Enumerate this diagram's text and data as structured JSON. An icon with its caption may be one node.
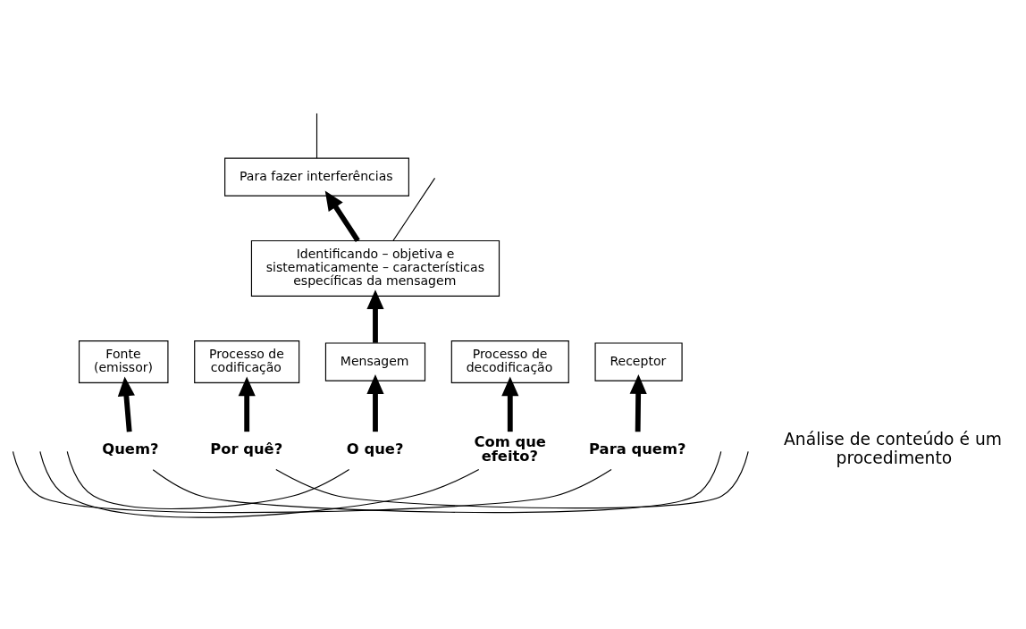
{
  "diagram": {
    "nodes": [
      {
        "text": [
          "Para fazer interferências"
        ]
      },
      {
        "text": [
          "Identificando – objetiva e sistematicamente – características específicas da mensagem"
        ]
      },
      {
        "text": [
          "Fonte (emissor)"
        ]
      },
      {
        "text": [
          "Processo de codificação"
        ]
      },
      {
        "text": [
          "Mensagem"
        ]
      },
      {
        "text": [
          "Processo de decodificação"
        ]
      },
      {
        "text": [
          "Receptor"
        ]
      },
      {
        "text": [
          "Quem?"
        ]
      },
      {
        "text": [
          "Por quê?"
        ]
      },
      {
        "text": [
          "O que?"
        ]
      },
      {
        "text": [
          "Com que efeito?"
        ]
      },
      {
        "text": [
          "Para quem?"
        ]
      }
    ],
    "edges": [
      {
        "from": 0,
        "to": null,
        "arrow": "none"
      },
      {
        "from": 1,
        "to": 0,
        "arrow": "to",
        "style": "thick"
      },
      {
        "from": 1,
        "to": null,
        "arrow": "none"
      },
      {
        "from": 4,
        "to": 1,
        "arrow": "to",
        "style": "thick"
      },
      {
        "from": 7,
        "to": 2,
        "arrow": "to",
        "style": "thick"
      },
      {
        "from": 8,
        "to": 3,
        "arrow": "to",
        "style": "thick"
      },
      {
        "from": 9,
        "to": 4,
        "arrow": "to",
        "style": "thick"
      },
      {
        "from": 10,
        "to": 5,
        "arrow": "to",
        "style": "thick"
      },
      {
        "from": 11,
        "to": 6,
        "arrow": "to",
        "style": "thick"
      },
      {
        "from": 7,
        "to": null,
        "arrow": "none"
      },
      {
        "from": 8,
        "to": null,
        "arrow": "none"
      },
      {
        "from": 9,
        "to": null,
        "arrow": "none"
      },
      {
        "from": 10,
        "to": null,
        "arrow": "none"
      },
      {
        "from": 11,
        "to": null,
        "arrow": "none"
      }
    ],
    "labels": [
      "Análise de conteúdo é um procedimento"
    ]
  }
}
